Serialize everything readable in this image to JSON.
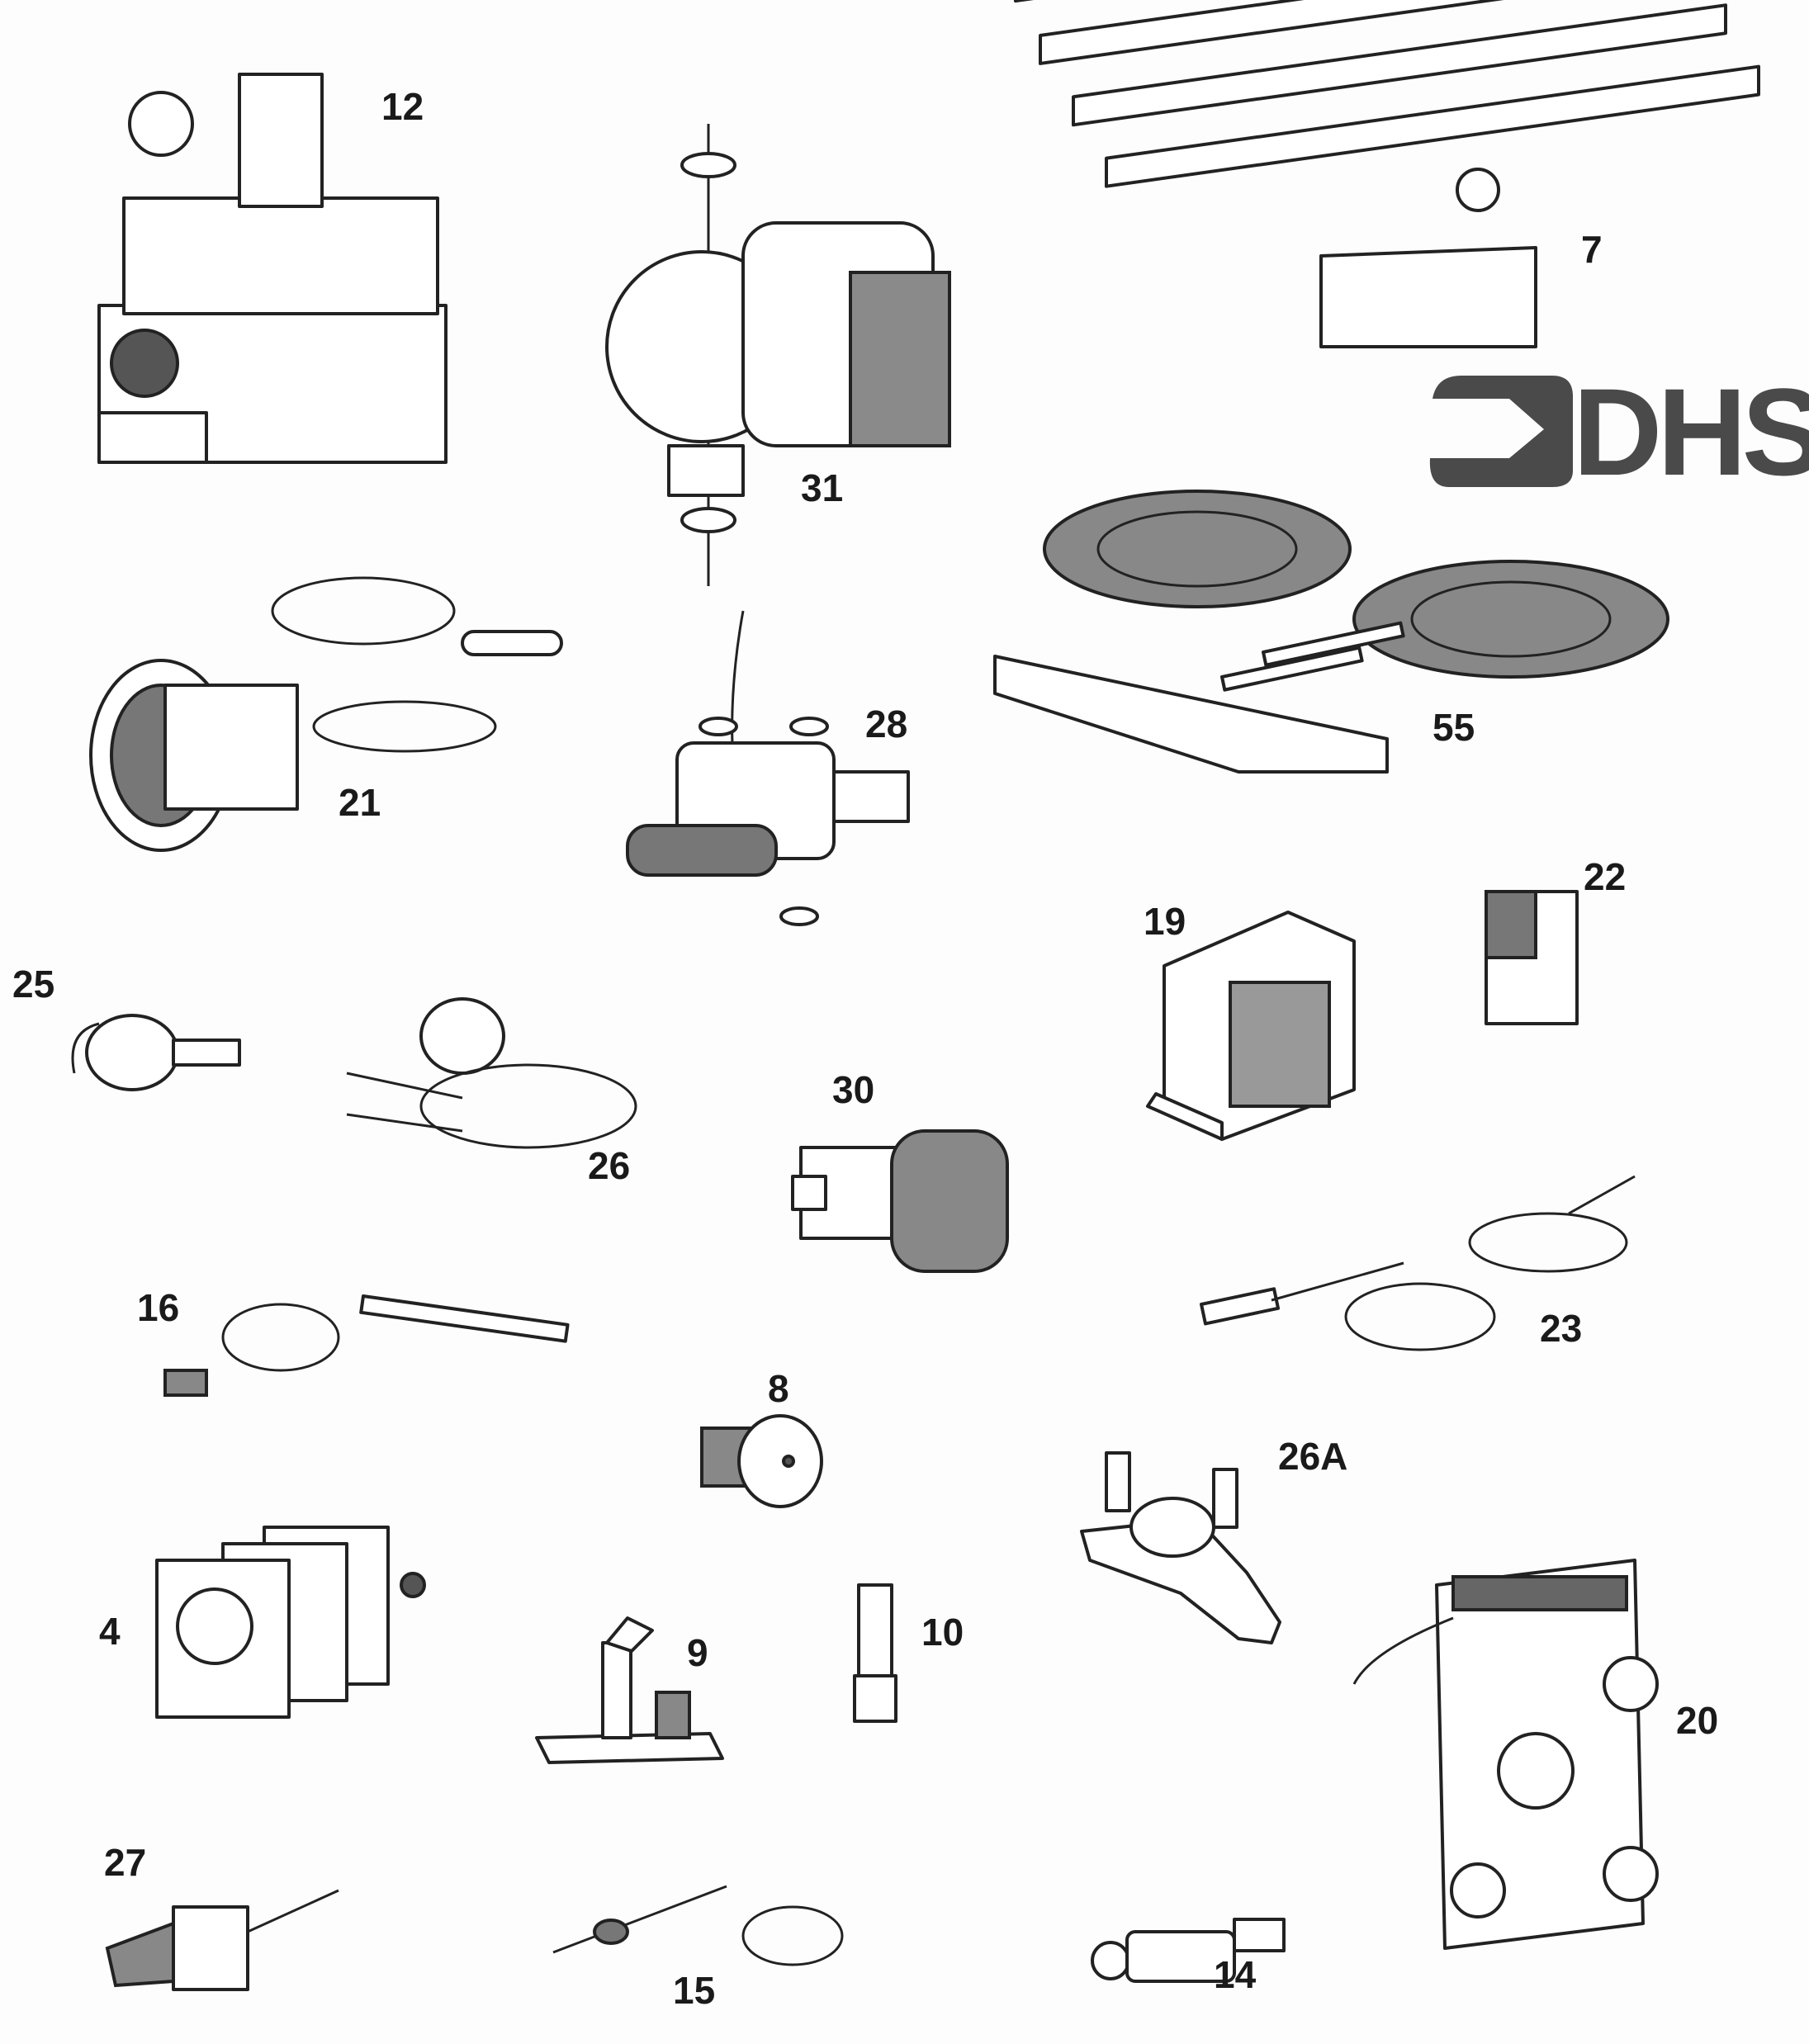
{
  "title": "Boiler spare parts diagram",
  "logo": {
    "text": "DHS",
    "color": "#4a4a4a"
  },
  "parts": {
    "p12": "12",
    "p31": "31",
    "p7": "7",
    "p21": "21",
    "p28": "28",
    "p55": "55",
    "p22": "22",
    "p19": "19",
    "p25": "25",
    "p26": "26",
    "p30": "30",
    "p16": "16",
    "p23": "23",
    "p8": "8",
    "p26a": "26A",
    "p4": "4",
    "p9": "9",
    "p10": "10",
    "p20": "20",
    "p27": "27",
    "p15": "15",
    "p14": "14"
  }
}
